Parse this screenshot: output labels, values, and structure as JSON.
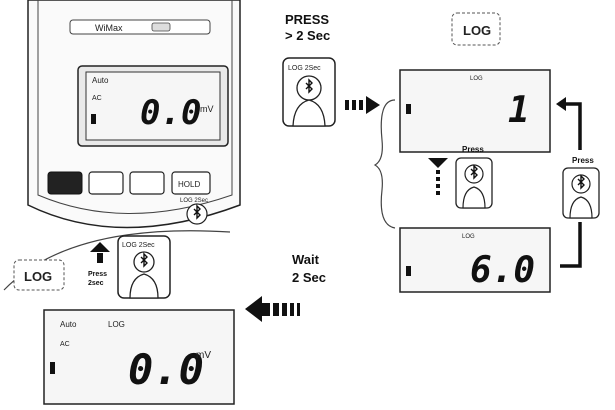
{
  "meter": {
    "brand": "WiMax",
    "display_mode": "Auto",
    "display_ac": "AC",
    "display_value": "0.0",
    "display_unit": "mV",
    "buttons": [
      "",
      "",
      "",
      "HOLD"
    ],
    "log_label": "LOG 2Sec"
  },
  "step1": {
    "press_line1": "PRESS",
    "press_line2": "> 2 Sec",
    "button_label": "LOG 2Sec"
  },
  "lcd_log_mode": {
    "badge": "LOG",
    "value": "1"
  },
  "lcd_log_count": {
    "badge": "LOG",
    "value": "6.0"
  },
  "press_labels": {
    "down": "Press",
    "right": "Press"
  },
  "log_bubble": "LOG",
  "wait": {
    "line1": "Wait",
    "line2": "2 Sec"
  },
  "result": {
    "press_label_1": "Press",
    "press_label_2": "2sec",
    "button_label": "LOG 2Sec",
    "bubble": "LOG",
    "lcd_mode": "Auto",
    "lcd_log": "LOG",
    "lcd_ac": "AC",
    "lcd_value": "0.0",
    "lcd_unit": "mV"
  },
  "colors": {
    "ink": "#111111",
    "lcd": "#f6f6f6",
    "meter_body": "#fafafa"
  }
}
